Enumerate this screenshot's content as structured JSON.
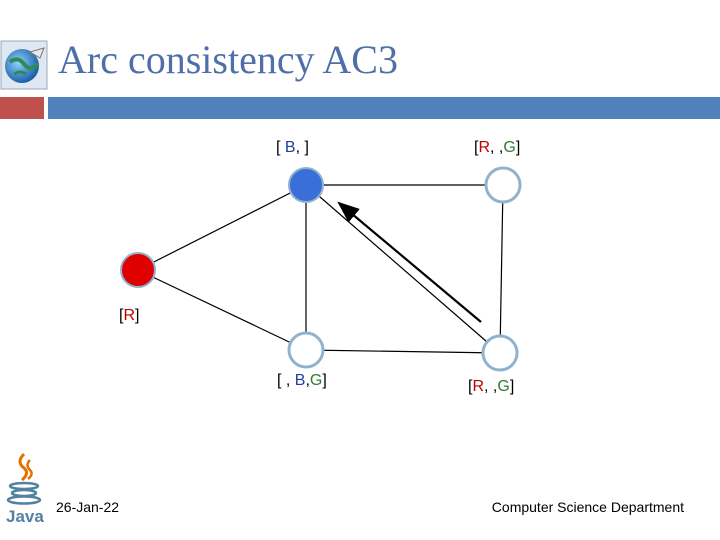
{
  "slide": {
    "title": "Arc consistency AC3",
    "date": "26-Jan-22",
    "department": "Computer Science Department"
  },
  "labels": {
    "top_left": {
      "open": "[ ",
      "b": "B",
      "sep1": ", ",
      "close": "]"
    },
    "top_right": {
      "open": "[",
      "r": "R",
      "sep1": ",  ,",
      "g": "G",
      "close": "]"
    },
    "left": {
      "open": "[",
      "r": "R",
      "close": "]"
    },
    "bottom_left": {
      "open": "[ , ",
      "b": "B",
      "sep1": ",",
      "g": "G",
      "close": "]"
    },
    "bottom_right": {
      "open": "[",
      "r": "R",
      "sep1": ",  ,",
      "g": "G",
      "close": "]"
    }
  },
  "colors": {
    "accent_red": "#c0504d",
    "accent_blue": "#4f81bd",
    "node_red": "#e00000",
    "node_blue": "#3a6fd8",
    "node_outline": "#8fb3cf"
  },
  "icons": {
    "logo": "globe-logo-icon",
    "java": "java-logo-icon"
  }
}
